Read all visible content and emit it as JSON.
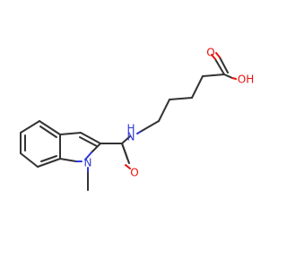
{
  "molecule": {
    "atoms": {
      "carbonyl_o": "O",
      "hydroxyl": "OH",
      "amide_n": "N",
      "amide_h": "H",
      "amide_o": "O",
      "indole_n": "N"
    },
    "colors": {
      "bond": "#333333",
      "oxygen": "#e8120d",
      "nitrogen": "#2f37d6"
    }
  }
}
